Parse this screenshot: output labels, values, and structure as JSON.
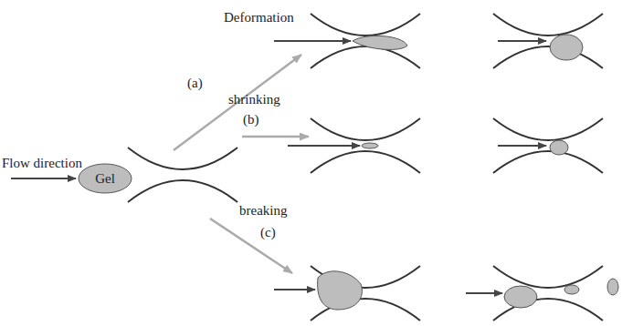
{
  "diagram": {
    "nodes": [
      {
        "text": [
          "Gel"
        ]
      }
    ],
    "labels": [
      "Flow direction",
      "Deformation",
      "(a)",
      "shrinking",
      "(b)",
      "breaking",
      "(c)"
    ]
  }
}
